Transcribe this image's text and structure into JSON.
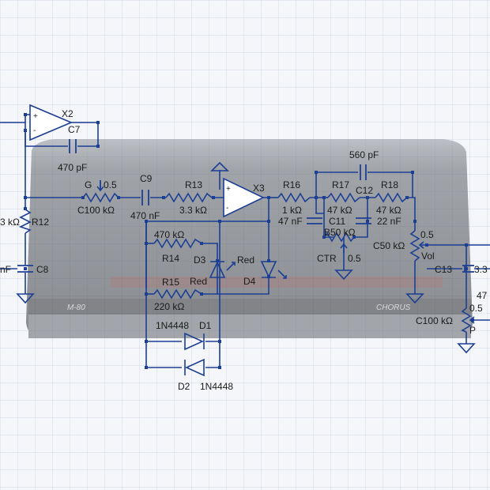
{
  "labels": {
    "x2": "X2",
    "x3": "X3",
    "c7": "C7",
    "c7_value": "470 pF",
    "c8": "C8",
    "c8_value": "nF",
    "r12": "R12",
    "r12_value": "3 kΩ",
    "pot_c_wiper": "G",
    "pot_c_wiper_value": "0.5",
    "pot_c_value": "C100 kΩ",
    "c9": "C9",
    "c9_value": "470 nF",
    "r13": "R13",
    "r13_value": "3.3 kΩ",
    "r14": "R14",
    "r14_value": "470 kΩ",
    "r15": "R15",
    "r15_value": "220 kΩ",
    "d3": "D3",
    "d3_color": "Red",
    "d4": "D4",
    "d4_color": "Red",
    "d1": "D1",
    "d1_part": "1N4448",
    "d2": "D2",
    "d2_part": "1N4448",
    "r16": "R16",
    "r16_value": "1 kΩ",
    "c10_value": "47 nF",
    "c11": "C11",
    "c12": "C12",
    "c12_value": "560 pF",
    "r17": "R17",
    "r17_value": "47 kΩ",
    "r18": "R18",
    "r18_value": "47 kΩ",
    "c_22": "22 nF",
    "b50": "B50 kΩ",
    "ctr": "CTR",
    "ctr_value": "0.5",
    "c50": "C50 kΩ",
    "c50_value": "0.5",
    "vol": "Vol",
    "c13": "C13",
    "c13_value": "3.3",
    "right_value": "47",
    "c100_right": "C100 kΩ",
    "c100_right_wiper": "0.5",
    "p_label": "P"
  },
  "background_photo": {
    "bottom_left_text": "M-80",
    "bottom_right_text": "CHORUS"
  },
  "colors": {
    "wire": "#1c3f94",
    "node": "#1c3f94",
    "text": "#1b1b1b",
    "grid": "#d3dbe6",
    "photo": "#5a5e63"
  }
}
